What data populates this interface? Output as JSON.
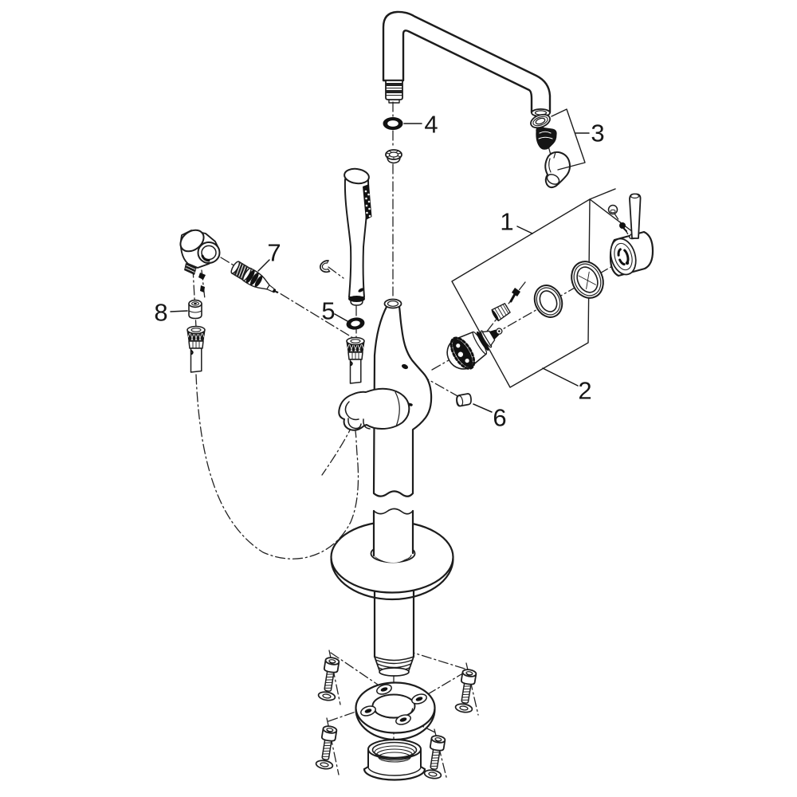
{
  "diagram": {
    "title": "exploded-parts-diagram",
    "background_color": "#ffffff",
    "line_color": "#1c1c1c",
    "callouts": [
      {
        "label": "1"
      },
      {
        "label": "2"
      },
      {
        "label": "3"
      },
      {
        "label": "4"
      },
      {
        "label": "5"
      },
      {
        "label": "6"
      },
      {
        "label": "7"
      },
      {
        "label": "8"
      }
    ]
  }
}
